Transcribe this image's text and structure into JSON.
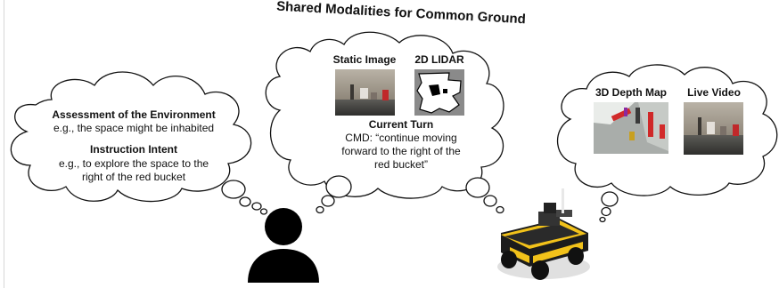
{
  "title": "Shared Modalities for Common Ground",
  "human_bubble": {
    "assessment_heading": "Assessment of the Environment",
    "assessment_example": "e.g., the space might be inhabited",
    "intent_heading": "Instruction Intent",
    "intent_example_line1": "e.g., to explore the space to the",
    "intent_example_line2": "right of the red bucket"
  },
  "shared_bubble": {
    "static_image_label": "Static Image",
    "lidar_label": "2D LIDAR",
    "current_turn_label": "Current Turn",
    "cmd_line1": "CMD: “continue moving",
    "cmd_line2": "forward to the right of the",
    "cmd_line3": "red bucket”"
  },
  "robot_bubble": {
    "depth_map_label": "3D Depth Map",
    "live_video_label": "Live Video"
  },
  "colors": {
    "outline": "#111111",
    "robot_yellow": "#f2c21a",
    "bucket_red": "#c0282a",
    "person": "#000000"
  }
}
